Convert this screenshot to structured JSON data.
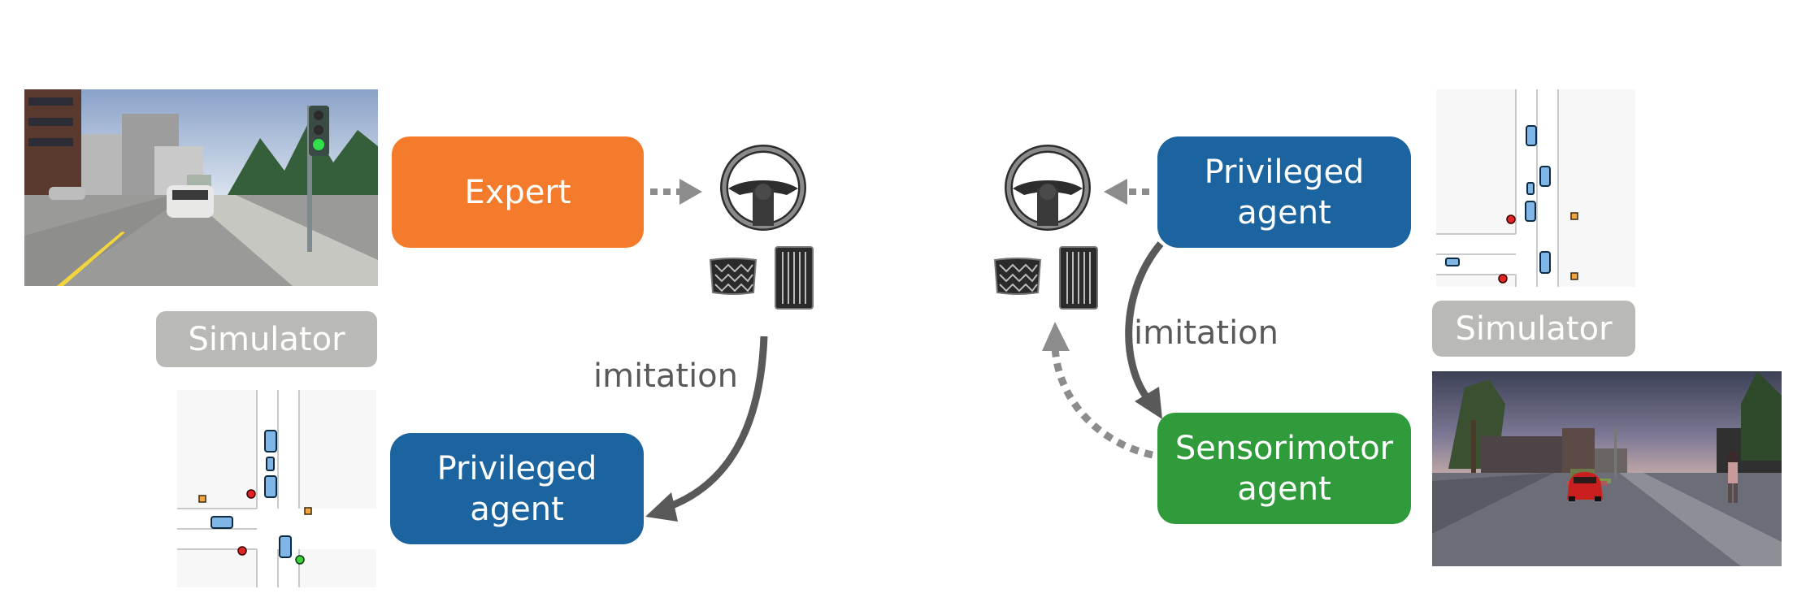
{
  "left_panel": {
    "expert_box": {
      "label": "Expert",
      "color": "#f47b2b"
    },
    "privileged_box": {
      "line1": "Privileged",
      "line2": "agent",
      "color": "#1b64a0"
    },
    "simulator_label": "Simulator",
    "edge_label": "imitation"
  },
  "right_panel": {
    "privileged_box": {
      "line1": "Privileged",
      "line2": "agent",
      "color": "#1b64a0"
    },
    "sensorimotor_box": {
      "line1": "Sensorimotor",
      "line2": "agent",
      "color": "#2f9b3a"
    },
    "simulator_label": "Simulator",
    "edge_label": "imitation"
  },
  "colors": {
    "arrow_solid": "#595959",
    "arrow_dashed": "#8c8c8c",
    "simulator_bg": "#b9bab6",
    "road_blue": "#7fb6e6",
    "pedestrian_red": "#e02424",
    "light_orange": "#f5a442",
    "light_green": "#3fcf3f"
  },
  "icons": [
    "steering-wheel-icon",
    "brake-pedal-icon",
    "gas-pedal-icon"
  ]
}
